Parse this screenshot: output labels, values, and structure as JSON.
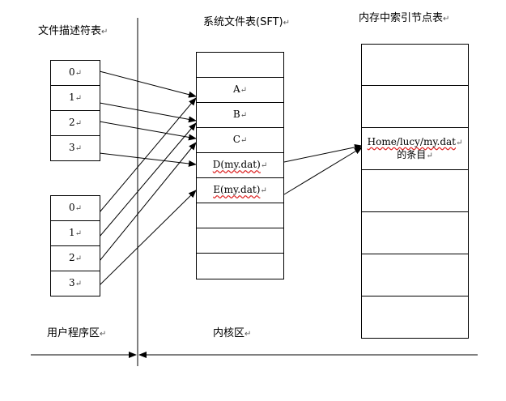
{
  "return_mark": "↵",
  "headers": {
    "fd_table": "文件描述符表",
    "sft": "系统文件表(SFT)",
    "inode_table": "内存中索引节点表"
  },
  "regions": {
    "user": "用户程序区",
    "kernel": "内核区"
  },
  "fd_table_1": [
    "0",
    "1",
    "2",
    "3"
  ],
  "fd_table_2": [
    "0",
    "1",
    "2",
    "3"
  ],
  "sft_entries": [
    "",
    "A",
    "B",
    "C",
    "D(my.dat)",
    "E(my.dat)",
    "",
    "",
    ""
  ],
  "inode_entry": {
    "line1": "Home/lucy/my.dat",
    "line2": "的条目"
  }
}
